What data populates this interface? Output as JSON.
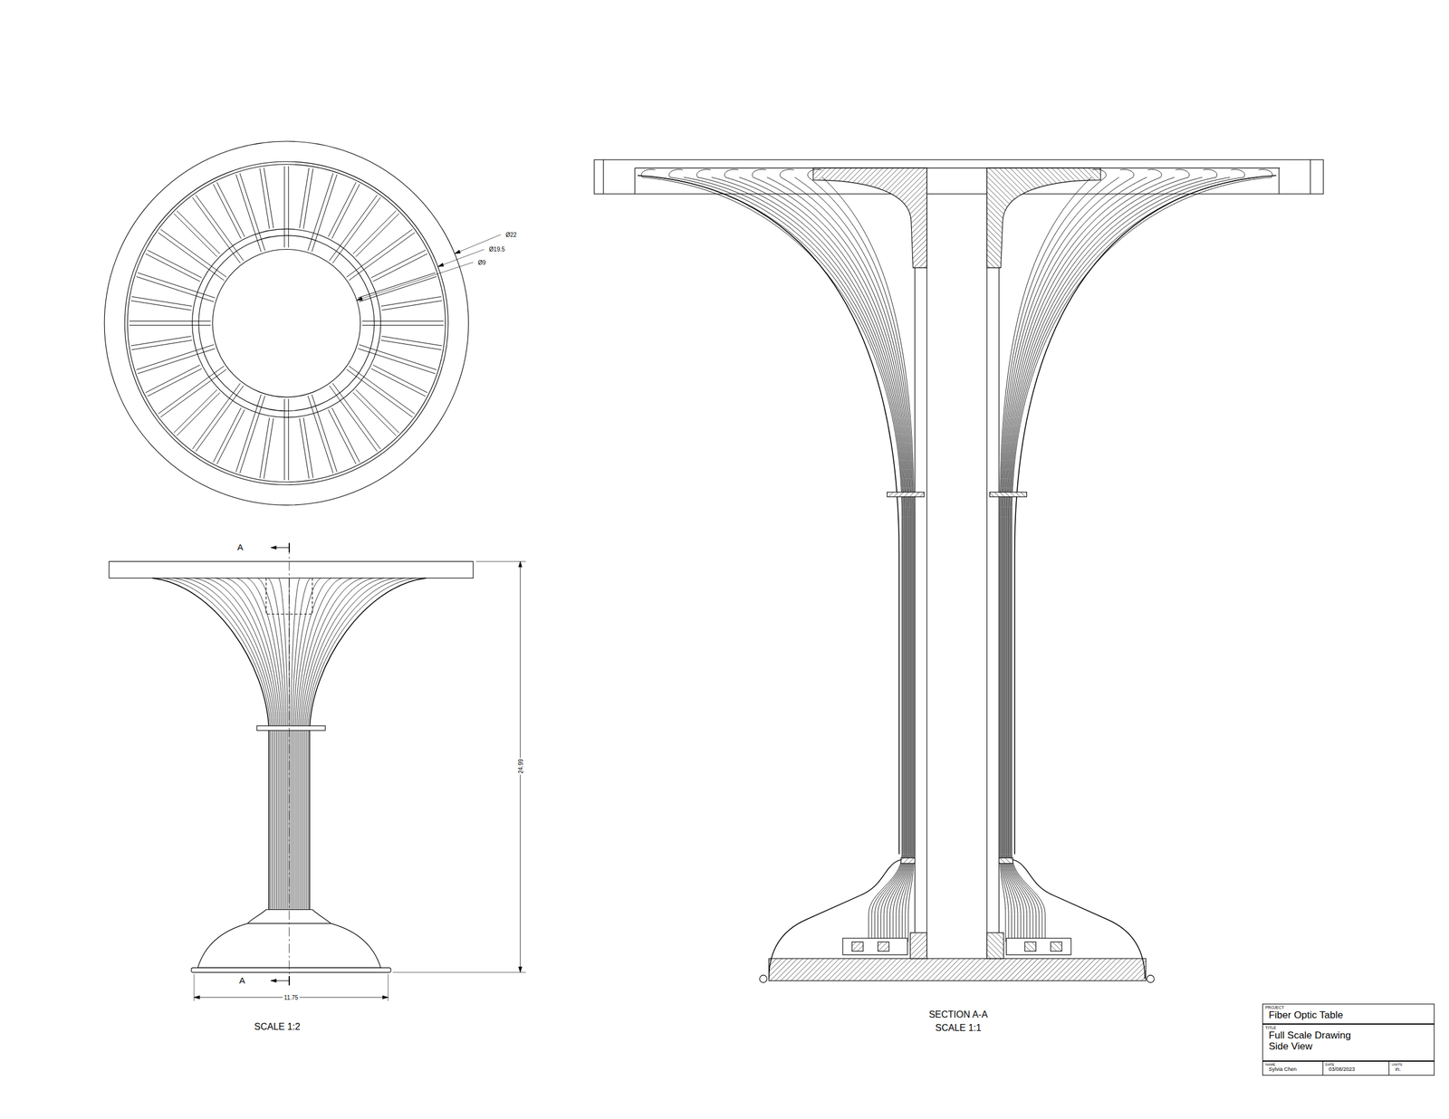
{
  "diagram": {
    "nodes": [
      {
        "text": [
          "PROJECT",
          "Fiber Optic Table"
        ]
      },
      {
        "text": [
          "TITLE",
          "Full Scale Drawing Side View"
        ]
      },
      {
        "text": [
          "NAME",
          "Sylvia Chen"
        ]
      },
      {
        "text": [
          "DATE",
          "03/08/2023"
        ]
      },
      {
        "text": [
          "UNITS",
          "in."
        ]
      }
    ],
    "labels": [
      "Ø22",
      "Ø19.5",
      "Ø9",
      "A",
      "A",
      "24.99",
      "11.75",
      "SCALE 1:2",
      "SECTION A-A",
      "SCALE 1:1"
    ]
  }
}
